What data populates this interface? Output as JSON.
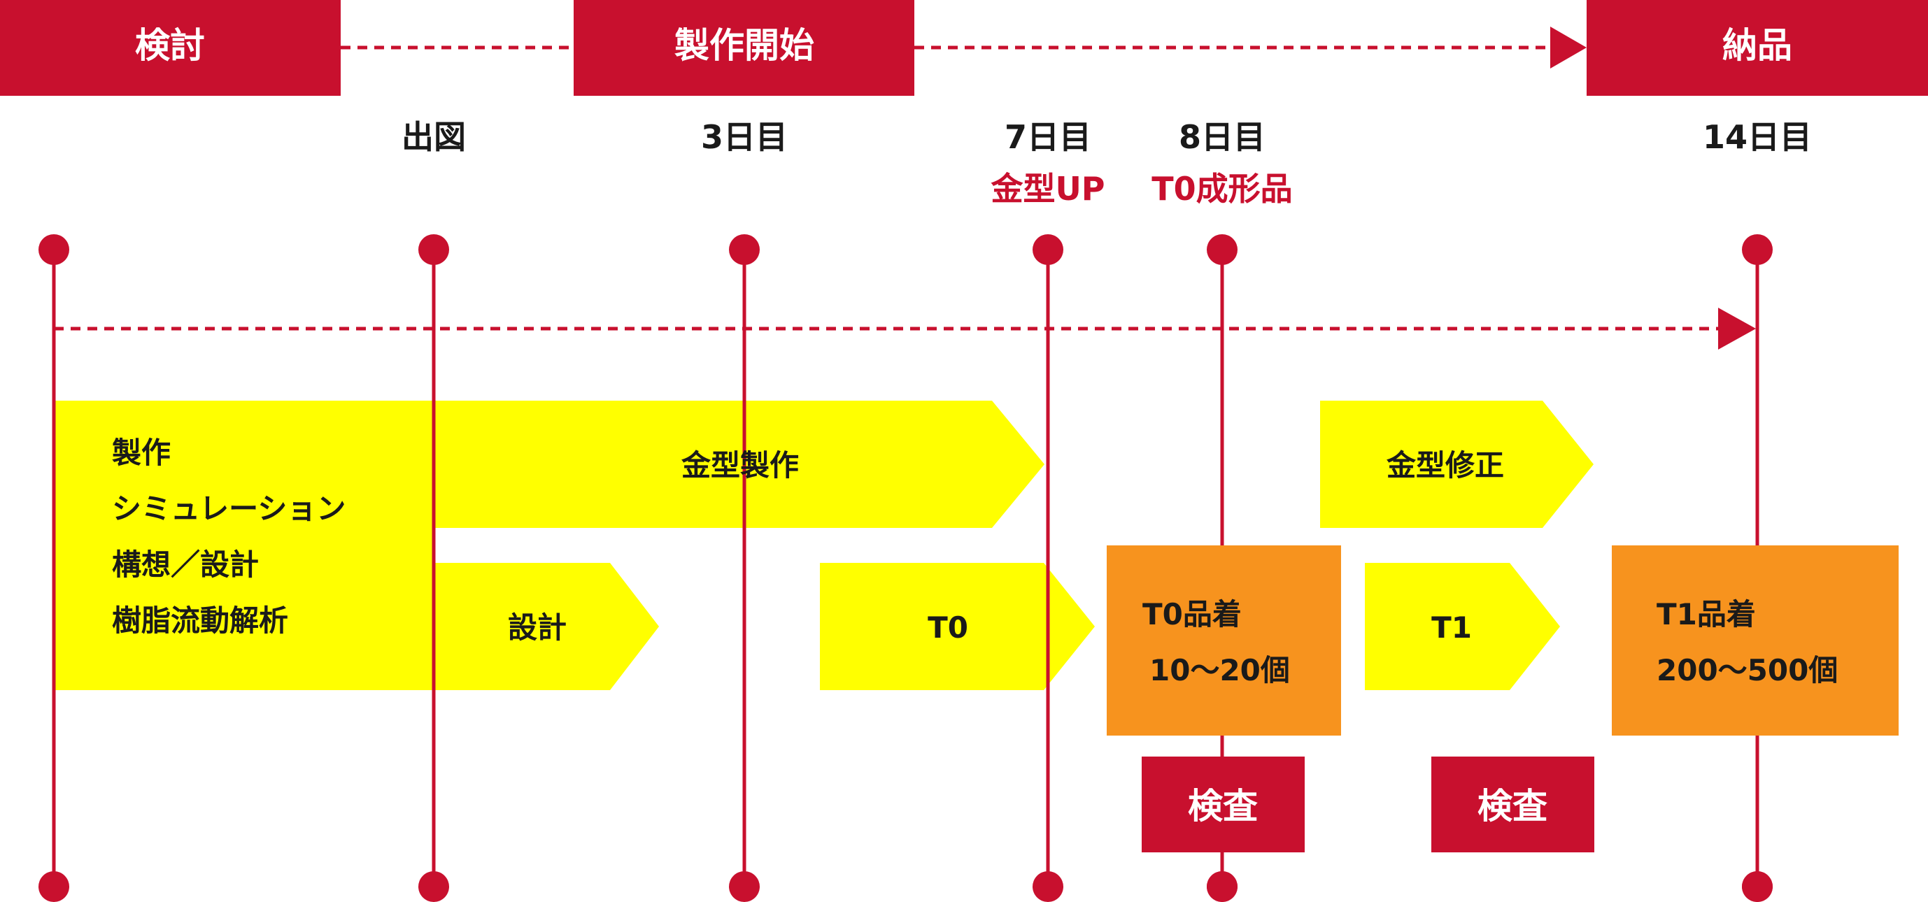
{
  "colors": {
    "red": "#c8102e",
    "yellow": "#ffff00",
    "orange": "#f7931e",
    "text_dark": "#1a1a1a",
    "text_light": "#ffffff",
    "background": "#ffffff"
  },
  "phases": {
    "review": "検討",
    "production_start": "製作開始",
    "delivery": "納品"
  },
  "milestones": {
    "drawing": "出図",
    "day3": "3日目",
    "day7": "7日目",
    "day8": "8日目",
    "day14": "14日目",
    "mold_up": "金型UP",
    "t0_molded": "T0成形品"
  },
  "tasks": {
    "prep_lines": [
      "製作",
      "シミュレーション",
      "構想／設計",
      "樹脂流動解析"
    ],
    "mold_production": "金型製作",
    "design": "設計",
    "t0": "T0",
    "mold_fix": "金型修正",
    "t1": "T1"
  },
  "deliveries": {
    "t0_lines": [
      "T0品着",
      "10～20個"
    ],
    "t1_lines": [
      "T1品着",
      "200～500個"
    ]
  },
  "inspections": {
    "first": "検査",
    "second": "検査"
  }
}
